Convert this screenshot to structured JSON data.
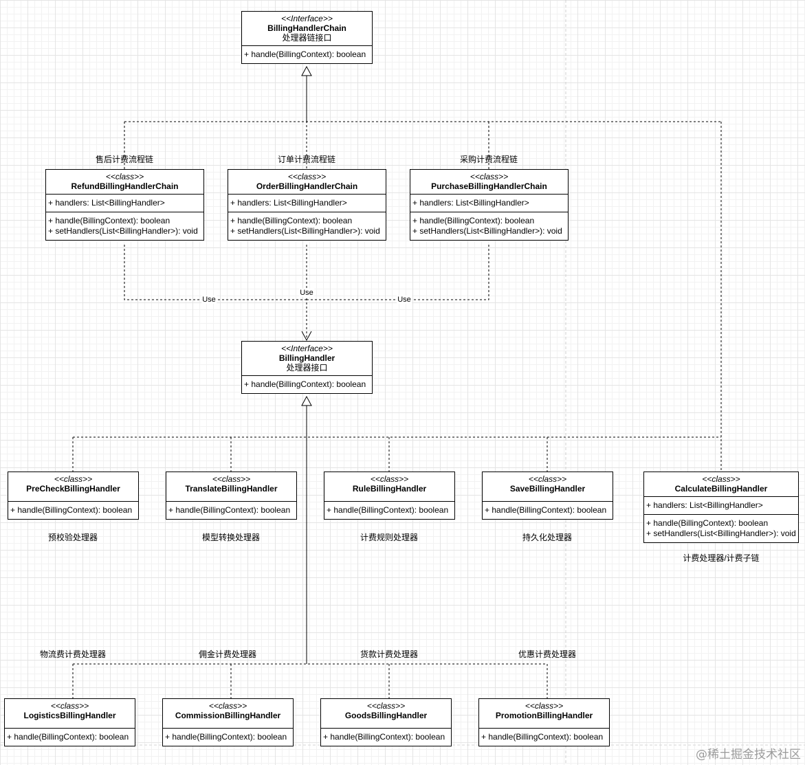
{
  "classes": {
    "billing_handler_chain": {
      "stereotype": "<<Interface>>",
      "name": "BillingHandlerChain",
      "subtitle": "处理器链接口",
      "methods": [
        "+ handle(BillingContext): boolean"
      ]
    },
    "refund_chain": {
      "stereotype": "<<class>>",
      "name": "RefundBillingHandlerChain",
      "attributes": [
        "+ handlers: List<BillingHandler>"
      ],
      "methods": [
        "+ handle(BillingContext): boolean",
        "+ setHandlers(List<BillingHandler>): void"
      ]
    },
    "order_chain": {
      "stereotype": "<<class>>",
      "name": "OrderBillingHandlerChain",
      "attributes": [
        "+ handlers: List<BillingHandler>"
      ],
      "methods": [
        "+ handle(BillingContext): boolean",
        "+ setHandlers(List<BillingHandler>): void"
      ]
    },
    "purchase_chain": {
      "stereotype": "<<class>>",
      "name": "PurchaseBillingHandlerChain",
      "attributes": [
        "+ handlers: List<BillingHandler>"
      ],
      "methods": [
        "+ handle(BillingContext): boolean",
        "+ setHandlers(List<BillingHandler>): void"
      ]
    },
    "billing_handler": {
      "stereotype": "<<Interface>>",
      "name": "BillingHandler",
      "subtitle": "处理器接口",
      "methods": [
        "+ handle(BillingContext): boolean"
      ]
    },
    "precheck": {
      "stereotype": "<<class>>",
      "name": "PreCheckBillingHandler",
      "methods": [
        "+ handle(BillingContext): boolean"
      ]
    },
    "translate": {
      "stereotype": "<<class>>",
      "name": "TranslateBillingHandler",
      "methods": [
        "+ handle(BillingContext): boolean"
      ]
    },
    "rule": {
      "stereotype": "<<class>>",
      "name": "RuleBillingHandler",
      "methods": [
        "+ handle(BillingContext): boolean"
      ]
    },
    "save": {
      "stereotype": "<<class>>",
      "name": "SaveBillingHandler",
      "methods": [
        "+ handle(BillingContext): boolean"
      ]
    },
    "calculate": {
      "stereotype": "<<class>>",
      "name": "CalculateBillingHandler",
      "attributes": [
        "+ handlers: List<BillingHandler>"
      ],
      "methods": [
        "+ handle(BillingContext): boolean",
        "+ setHandlers(List<BillingHandler>): void"
      ]
    },
    "logistics": {
      "stereotype": "<<class>>",
      "name": "LogisticsBillingHandler",
      "methods": [
        "+ handle(BillingContext): boolean"
      ]
    },
    "commission": {
      "stereotype": "<<class>>",
      "name": "CommissionBillingHandler",
      "methods": [
        "+ handle(BillingContext): boolean"
      ]
    },
    "goods": {
      "stereotype": "<<class>>",
      "name": "GoodsBillingHandler",
      "methods": [
        "+ handle(BillingContext): boolean"
      ]
    },
    "promotion": {
      "stereotype": "<<class>>",
      "name": "PromotionBillingHandler",
      "methods": [
        "+ handle(BillingContext): boolean"
      ]
    }
  },
  "labels": {
    "refund_chain": "售后计费流程链",
    "order_chain": "订单计费流程链",
    "purchase_chain": "采购计费流程链",
    "precheck": "预校验处理器",
    "translate": "模型转换处理器",
    "rule": "计费规则处理器",
    "save": "持久化处理器",
    "calculate": "计费处理器/计费子链",
    "logistics": "物流费计费处理器",
    "commission": "佣金计费处理器",
    "goods": "货款计费处理器",
    "promotion": "优惠计费处理器"
  },
  "edge_labels": {
    "use": "Use"
  },
  "watermark": "@稀土掘金技术社区"
}
